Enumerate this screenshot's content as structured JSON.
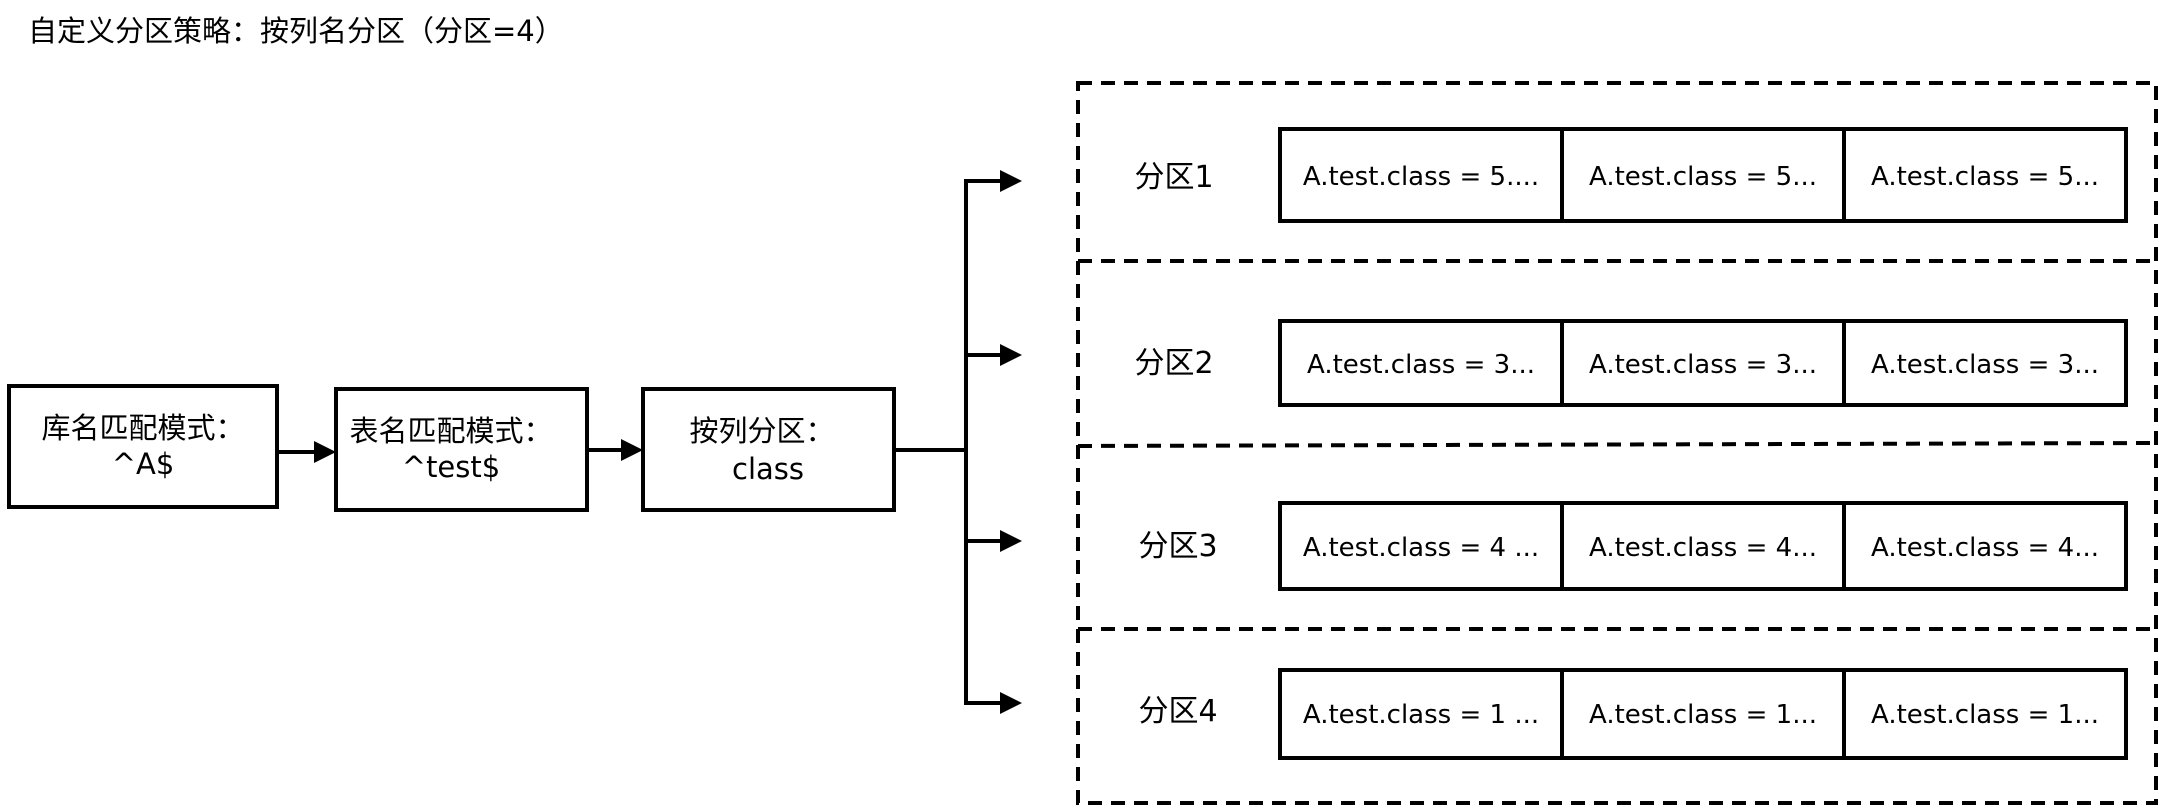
{
  "title": "自定义分区策略：按列名分区（分区=4）",
  "pipeline": [
    {
      "line1": "库名匹配模式：",
      "line2": "^A$"
    },
    {
      "line1": "表名匹配模式：",
      "line2": "^test$"
    },
    {
      "line1": "按列分区：",
      "line2": "class"
    }
  ],
  "partitions": [
    {
      "label": "分区1",
      "cells": [
        "A.test.class = 5....",
        "A.test.class = 5...",
        "A.test.class = 5..."
      ]
    },
    {
      "label": "分区2",
      "cells": [
        "A.test.class = 3...",
        "A.test.class = 3...",
        "A.test.class = 3..."
      ]
    },
    {
      "label": "分区3",
      "cells": [
        "A.test.class = 4 ...",
        "A.test.class = 4...",
        "A.test.class = 4..."
      ]
    },
    {
      "label": "分区4",
      "cells": [
        "A.test.class = 1 ...",
        "A.test.class = 1...",
        "A.test.class = 1..."
      ]
    }
  ]
}
